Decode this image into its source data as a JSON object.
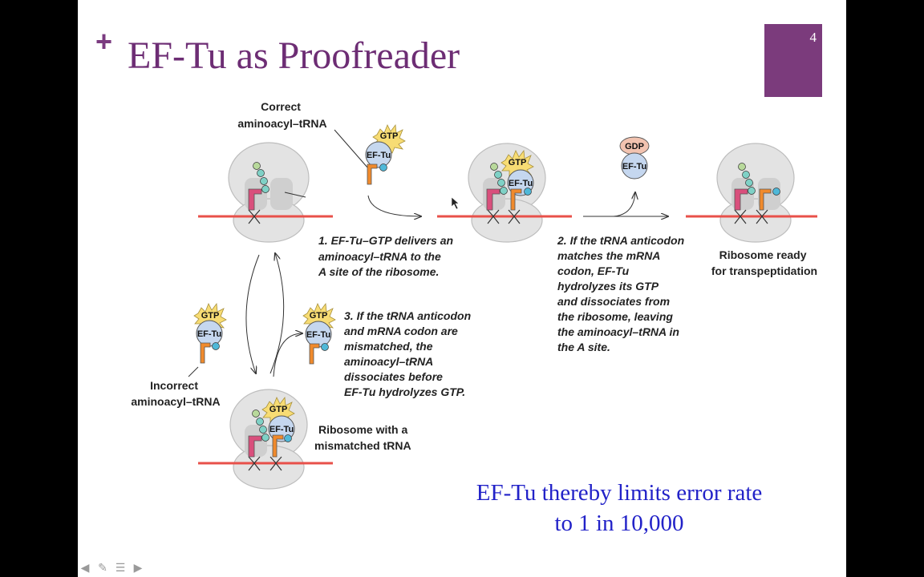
{
  "slide": {
    "title": "EF-Tu as Proofreader",
    "page_number": "4",
    "bullet_symbol": "+",
    "accent_color": "#7b3b7c"
  },
  "diagram": {
    "molecules": {
      "gtp": "GTP",
      "gdp": "GDP",
      "eftu": "EF-Tu"
    },
    "labels": {
      "correct_trna": [
        "Correct",
        "aminoacyl–tRNA"
      ],
      "incorrect_trna": [
        "Incorrect",
        "aminoacyl–tRNA"
      ],
      "mismatched_ribosome": [
        "Ribosome with a",
        "mismatched tRNA"
      ],
      "ready_ribosome": [
        "Ribosome ready",
        "for transpeptidation"
      ]
    },
    "steps": {
      "step1": [
        "1. EF-Tu–GTP delivers an",
        "aminoacyl–tRNA to the",
        "A site of the ribosome."
      ],
      "step2": [
        "2. If the tRNA anticodon",
        "matches the mRNA",
        "codon, EF-Tu",
        "hydrolyzes its GTP",
        "and dissociates from",
        "the ribosome, leaving",
        "the aminoacyl–tRNA in",
        "the A site."
      ],
      "step3": [
        "3. If the tRNA anticodon",
        "and mRNA codon are",
        "mismatched, the",
        "aminoacyl–tRNA",
        "dissociates before",
        "EF-Tu hydrolyzes GTP."
      ]
    },
    "colors": {
      "mrna": "#e8504a",
      "ptrna": "#d94f7c",
      "atrna": "#f08a2c",
      "gtp_star": "#f7dc74",
      "eftu": "#c5d7ef",
      "gdp": "#f2c3b0",
      "amino_bead": "#7fd1c6"
    }
  },
  "conclusion": {
    "line1": "EF-Tu thereby limits error rate",
    "line2": "to 1 in 10,000"
  },
  "nav": {
    "icons": [
      "arrow-left-icon",
      "pencil-icon",
      "menu-icon",
      "arrow-right-icon"
    ]
  }
}
